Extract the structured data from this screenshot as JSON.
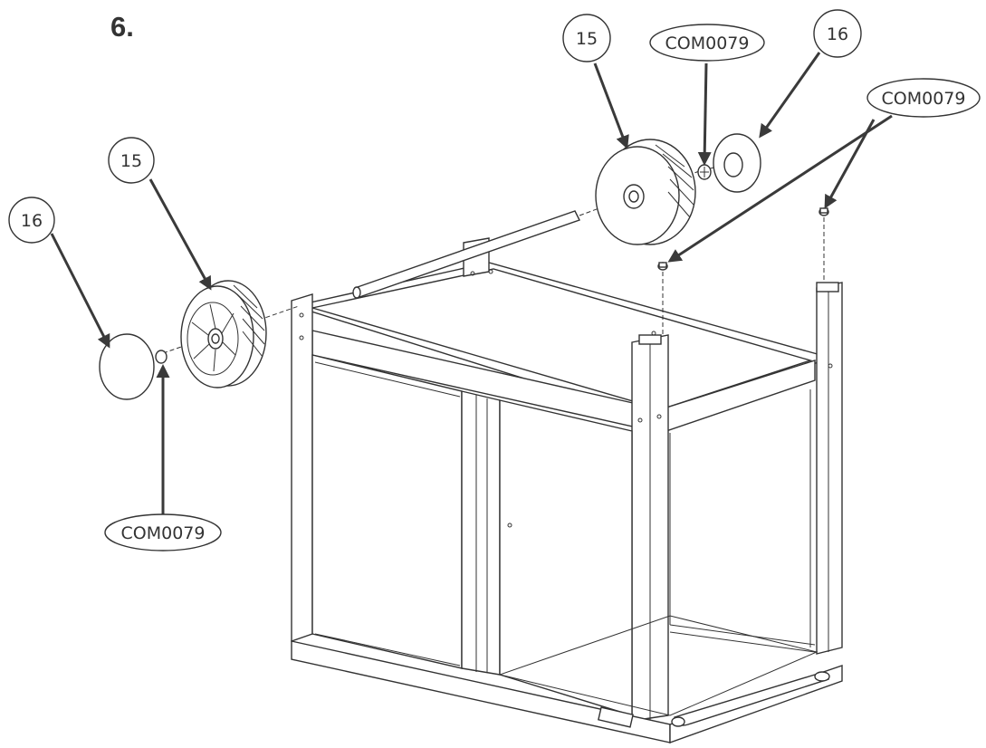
{
  "step_label": "6.",
  "callouts": [
    {
      "id": "c15a",
      "text": "15"
    },
    {
      "id": "c16a",
      "text": "16"
    },
    {
      "id": "ccomA",
      "text": "COM0079"
    },
    {
      "id": "c15b",
      "text": "15"
    },
    {
      "id": "ccomB",
      "text": "COM0079"
    },
    {
      "id": "c16b",
      "text": "16"
    },
    {
      "id": "ccomC",
      "text": "COM0079"
    }
  ]
}
